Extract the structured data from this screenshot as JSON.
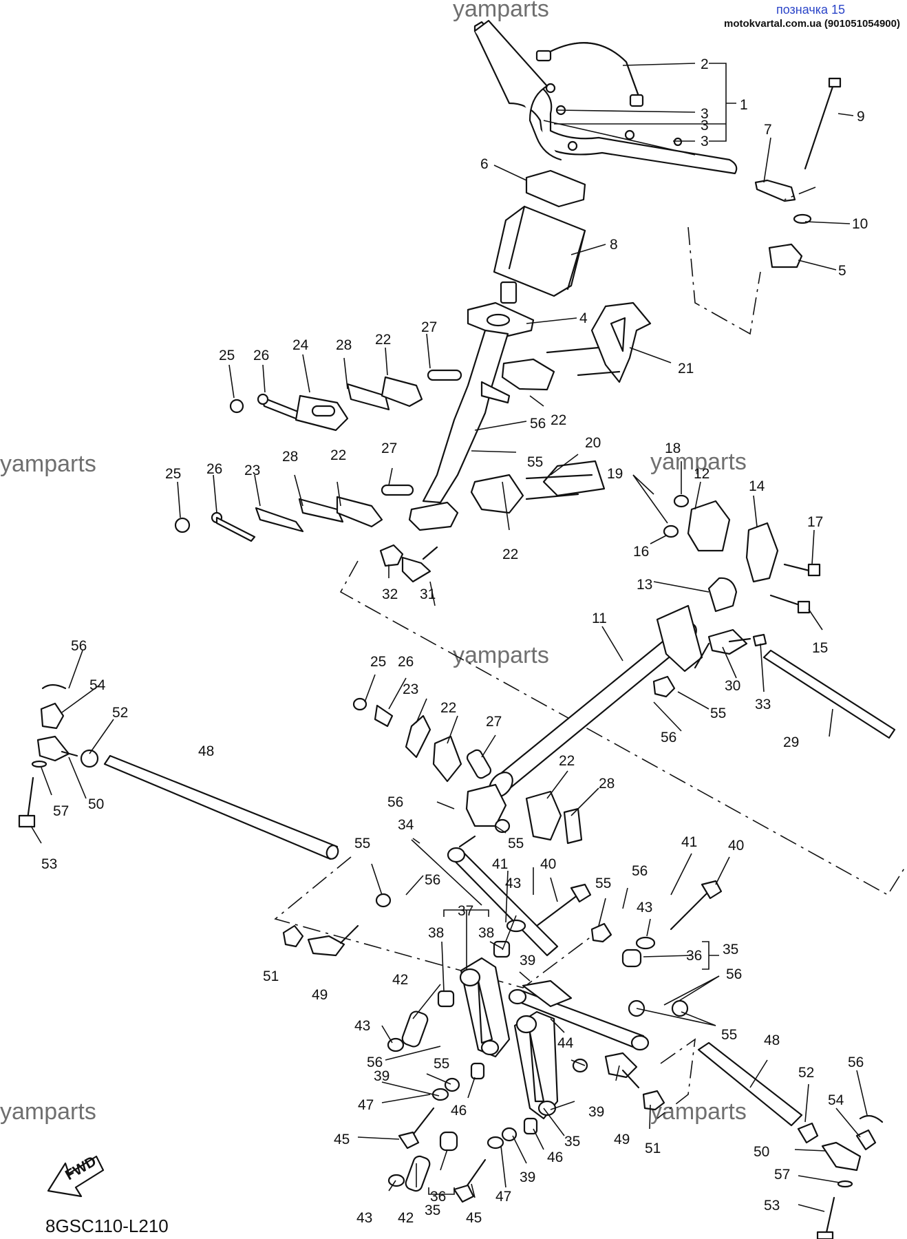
{
  "header": {
    "page_label": "позначка 15",
    "site_contact": "motokvartal.com.ua (901051054900)"
  },
  "watermarks": [
    "yamparts",
    "yamparts",
    "yamparts",
    "yamparts",
    "yamparts",
    "yamparts"
  ],
  "diagram": {
    "code": "8GSC110-L210",
    "fwd_label": "FWD",
    "callouts": [
      "1",
      "2",
      "3",
      "3",
      "3",
      "4",
      "5",
      "6",
      "7",
      "8",
      "9",
      "10",
      "11",
      "12",
      "13",
      "14",
      "15",
      "16",
      "17",
      "18",
      "19",
      "20",
      "21",
      "22",
      "22",
      "22",
      "22",
      "22",
      "22",
      "23",
      "23",
      "24",
      "25",
      "25",
      "25",
      "26",
      "26",
      "26",
      "27",
      "27",
      "27",
      "28",
      "28",
      "28",
      "29",
      "30",
      "31",
      "32",
      "33",
      "34",
      "35",
      "35",
      "35",
      "36",
      "36",
      "37",
      "38",
      "38",
      "39",
      "39",
      "39",
      "39",
      "40",
      "40",
      "41",
      "41",
      "42",
      "42",
      "43",
      "43",
      "43",
      "43",
      "44",
      "45",
      "45",
      "46",
      "46",
      "47",
      "47",
      "48",
      "48",
      "49",
      "49",
      "50",
      "50",
      "51",
      "51",
      "52",
      "52",
      "53",
      "53",
      "54",
      "54",
      "55",
      "55",
      "55",
      "55",
      "55",
      "55",
      "55",
      "56",
      "56",
      "56",
      "56",
      "56",
      "56",
      "56",
      "56",
      "56",
      "57",
      "57"
    ]
  }
}
